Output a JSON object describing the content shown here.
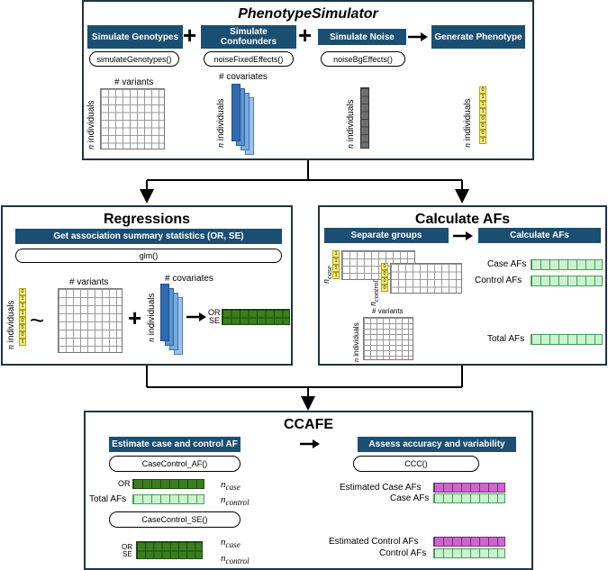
{
  "top_panel": {
    "title": "PhenotypeSimulator",
    "steps": [
      {
        "header": "Simulate Genotypes",
        "function": "simulateGenotypes()"
      },
      {
        "header": "Simulate Confounders",
        "function": "noiseFixedEffects()"
      },
      {
        "header": "Simulate Noise",
        "function": "noiseBgEffects()"
      },
      {
        "header": "Generate Phenotype"
      }
    ],
    "variants_label": "# variants",
    "covariates_label": "# covariates",
    "individuals_label": "individuals",
    "n_symbol": "n",
    "phenotype_values": [
      "0",
      "1",
      "1",
      "1",
      "0",
      "0",
      "0",
      "1"
    ]
  },
  "regressions": {
    "title": "Regressions",
    "header": "Get association summary statistics (OR, SE)",
    "function": "glm()",
    "tilde": "~",
    "variants_label": "# variants",
    "covariates_label": "# covariates",
    "individuals_label": "individuals",
    "n_symbol": "n",
    "or_label": "OR",
    "se_label": "SE",
    "phenotype_values": [
      "0",
      "1",
      "1",
      "1",
      "0",
      "0",
      "0",
      "1"
    ]
  },
  "calc_afs": {
    "title": "Calculate AFs",
    "sep_header": "Separate groups",
    "calc_header": "Calculate AFs",
    "n_case": "case",
    "n_control": "control",
    "case_values": [
      "1",
      "1",
      "1",
      "1"
    ],
    "control_values": [
      "0",
      "0",
      "0",
      "0"
    ],
    "variants_label": "# variants",
    "individuals_label": "individuals",
    "case_afs": "Case AFs",
    "control_afs": "Control AFs",
    "total_afs": "Total AFs"
  },
  "ccafe": {
    "title": "CCAFE",
    "left_header": "Estimate case and control AF",
    "right_header": "Assess accuracy and variability",
    "fn_af": "CaseControl_AF()",
    "fn_se": "CaseControl_SE()",
    "fn_ccc": "CCC()",
    "or_label": "OR",
    "se_label": "SE",
    "total_afs": "Total AFs",
    "n_case": "case",
    "n_control": "control",
    "est_case": "Estimated Case AFs",
    "case_afs": "Case AFs",
    "est_control": "Estimated Control AFs",
    "control_afs": "Control AFs"
  },
  "colors": {
    "header_bg": "#1b4f72",
    "dark_green": "#3a7d1e",
    "light_green": "#c9f2cf",
    "magenta": "#cc66cc",
    "blue1": "#2e6bb0",
    "blue2": "#5b93d1",
    "blue3": "#9cc1ea",
    "gray_noise": "#6e6e6e",
    "pheno_yellow": "#f7f08a"
  }
}
